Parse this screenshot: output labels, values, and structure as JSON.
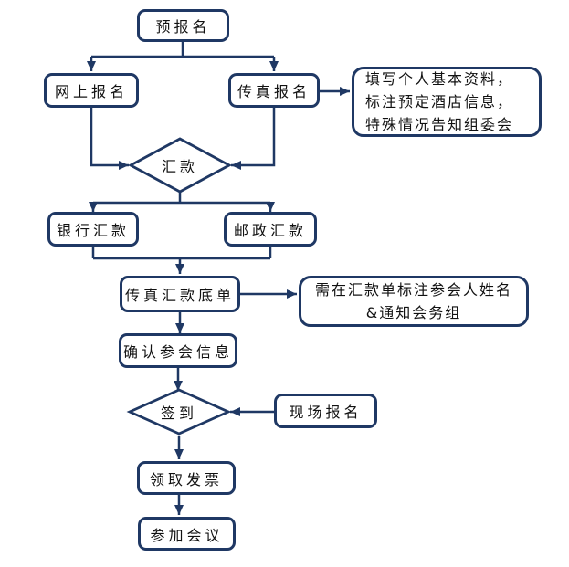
{
  "colors": {
    "line": "#1f3864",
    "text": "#111111",
    "bg": "#ffffff"
  },
  "flowchart": {
    "nodes": {
      "pre_register": "预报名",
      "online": "网上报名",
      "fax": "传真报名",
      "remit": "汇款",
      "bank": "银行汇款",
      "postal": "邮政汇款",
      "fax_slip": "传真汇款底单",
      "confirm": "确认参会信息",
      "checkin": "签到",
      "onsite": "现场报名",
      "invoice": "领取发票",
      "attend": "参加会议"
    },
    "notes": {
      "fill_info_line1": "填写个人基本资料，",
      "fill_info_line2": "标注预定酒店信息，",
      "fill_info_line3": "特殊情况告知组委会",
      "remit_note_line1": "需在汇款单标注参会人姓名",
      "remit_note_line2": "&通知会务组"
    }
  }
}
